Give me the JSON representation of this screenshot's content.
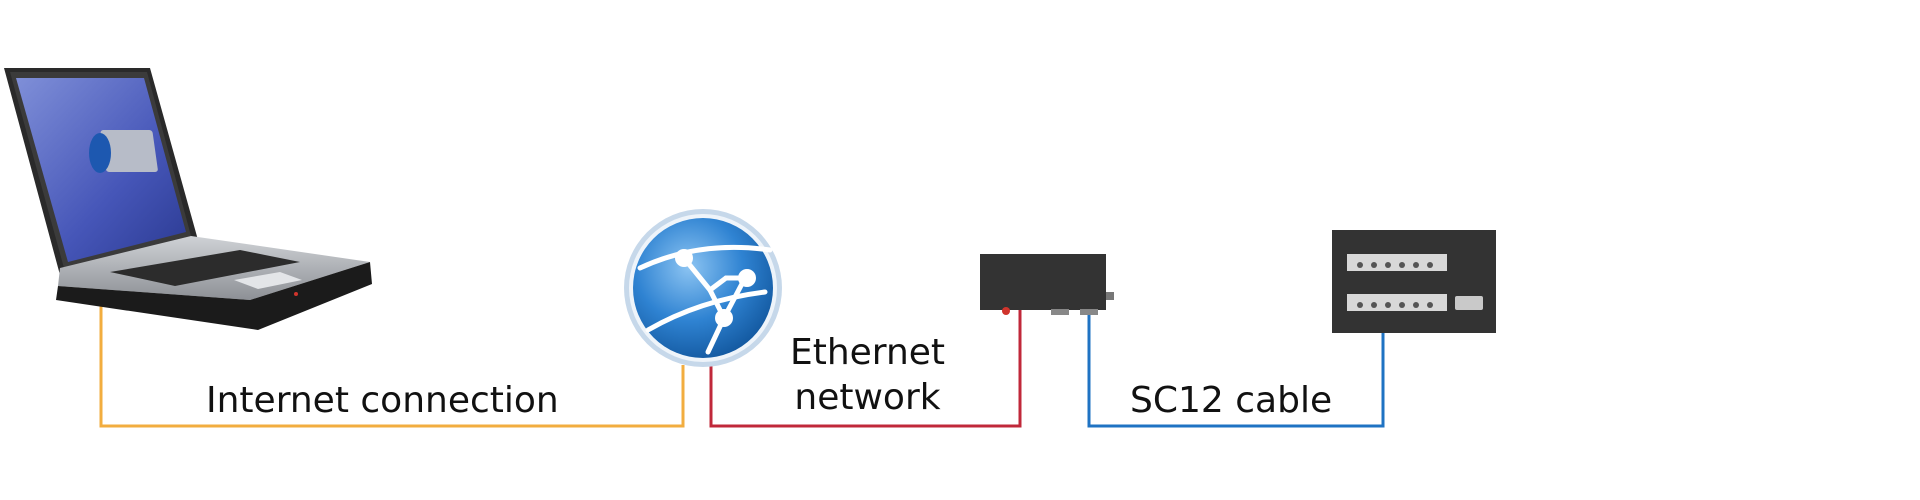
{
  "labels": {
    "internet": "Internet connection",
    "ethernet": "Ethernet network",
    "sc12": "SC12 cable"
  },
  "colors": {
    "internet_line": "#f2ad3f",
    "ethernet_line": "#c0283a",
    "sc12_line": "#1f73c3",
    "device_body": "#333333",
    "globe": "#2a7fd0"
  },
  "icons": {
    "laptop": "laptop-icon",
    "globe": "network-globe-icon",
    "gateway": "ethernet-gateway-icon",
    "controller": "controller-module-icon"
  }
}
